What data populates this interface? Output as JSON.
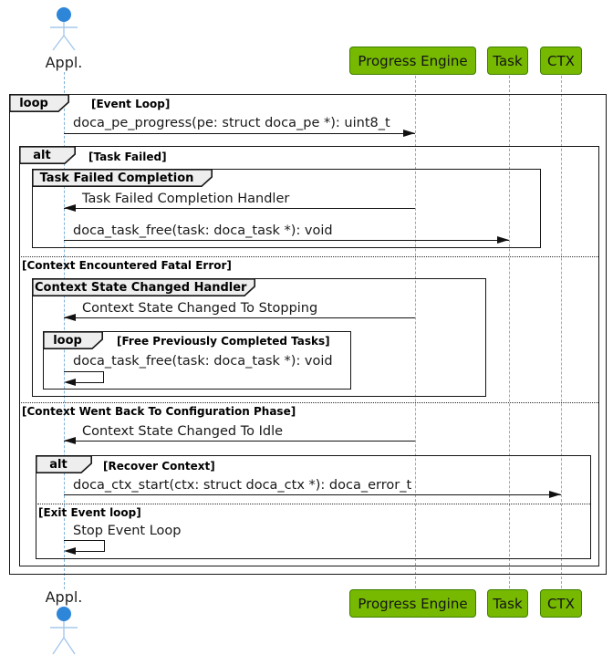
{
  "actor": {
    "label": "Appl."
  },
  "participants": [
    "Progress Engine",
    "Task",
    "CTX"
  ],
  "frames": [
    {
      "keyword": "loop",
      "guard": "[Event Loop]"
    },
    {
      "keyword": "alt",
      "guard": "[Task Failed]"
    },
    {
      "label": "Task Failed Completion"
    },
    {
      "label": "Context State Changed Handler"
    },
    {
      "keyword": "loop",
      "guard": "[Free Previously Completed Tasks]"
    },
    {
      "keyword": "alt",
      "guard": "[Recover Context]"
    }
  ],
  "dividers": [
    "[Context Encountered Fatal Error]",
    "[Context Went Back To Configuration Phase]",
    "[Exit Event loop]"
  ],
  "messages": [
    {
      "text": "doca_pe_progress(pe: struct doca_pe *): uint8_t",
      "from": "Appl.",
      "to": "Progress Engine"
    },
    {
      "text": "Task Failed Completion Handler",
      "from": "Progress Engine",
      "to": "Appl."
    },
    {
      "text": "doca_task_free(task: doca_task *): void",
      "from": "Appl.",
      "to": "Task"
    },
    {
      "text": "Context State Changed To Stopping",
      "from": "Progress Engine",
      "to": "Appl."
    },
    {
      "text": "doca_task_free(task: doca_task *): void",
      "from": "Appl.",
      "to": "Appl."
    },
    {
      "text": "Context State Changed To Idle",
      "from": "Progress Engine",
      "to": "Appl."
    },
    {
      "text": "doca_ctx_start(ctx: struct doca_ctx *): doca_error_t",
      "from": "Appl.",
      "to": "CTX"
    },
    {
      "text": "Stop Event Loop",
      "from": "Appl.",
      "to": "Appl."
    }
  ],
  "colors": {
    "participant_fill": "#76b900",
    "participant_border": "#3f7d00",
    "actor_head": "#2e86d8",
    "actor_limbs": "#a6c8ec",
    "lifeline": "#7fb2d9",
    "frame_border": "#151515",
    "label_bg": "#eeeeee"
  }
}
